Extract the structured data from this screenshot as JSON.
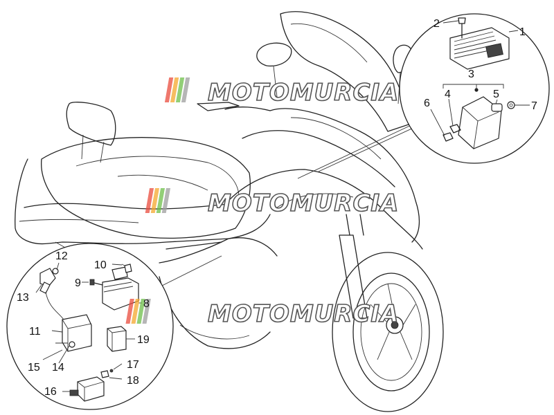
{
  "watermark": {
    "text": "MOTOMURCIA",
    "colors": [
      "#e94b3c",
      "#f4a72c",
      "#6dbf4a",
      "#9e9e9e"
    ]
  },
  "callouts": {
    "c1": "1",
    "c2": "2",
    "c3": "3",
    "c4": "4",
    "c5": "5",
    "c6": "6",
    "c7": "7",
    "c8": "8",
    "c9": "9",
    "c10": "10",
    "c11": "11",
    "c12": "12",
    "c13": "13",
    "c14": "14",
    "c15": "15",
    "c16": "16",
    "c17": "17",
    "c18": "18",
    "c19": "19"
  }
}
